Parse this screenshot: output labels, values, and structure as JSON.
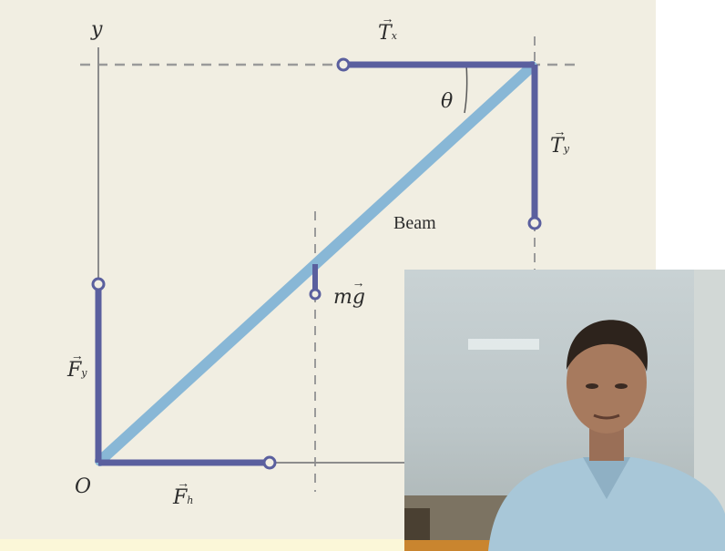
{
  "diagram": {
    "axis_y_label": "y",
    "origin_label": "O",
    "angle_label": "θ",
    "beam_label": "Beam",
    "forces": {
      "T_horizontal": {
        "symbol": "T",
        "arrow": "→",
        "sub": "x"
      },
      "T_vertical": {
        "symbol": "T",
        "arrow": "→",
        "sub": "y"
      },
      "F_vertical": {
        "symbol": "F",
        "arrow": "→",
        "sub": "y"
      },
      "F_horizontal": {
        "symbol": "F",
        "arrow": "→",
        "sub": "h"
      },
      "weight": {
        "symbol": "mg",
        "arrow": "→"
      }
    },
    "colors": {
      "background": "#f1eee2",
      "force_vector": "#5a5f9e",
      "beam": "#88b7d6",
      "guide_line": "#9a9a9a"
    }
  },
  "webcam": {
    "icon": "presenter-video"
  }
}
